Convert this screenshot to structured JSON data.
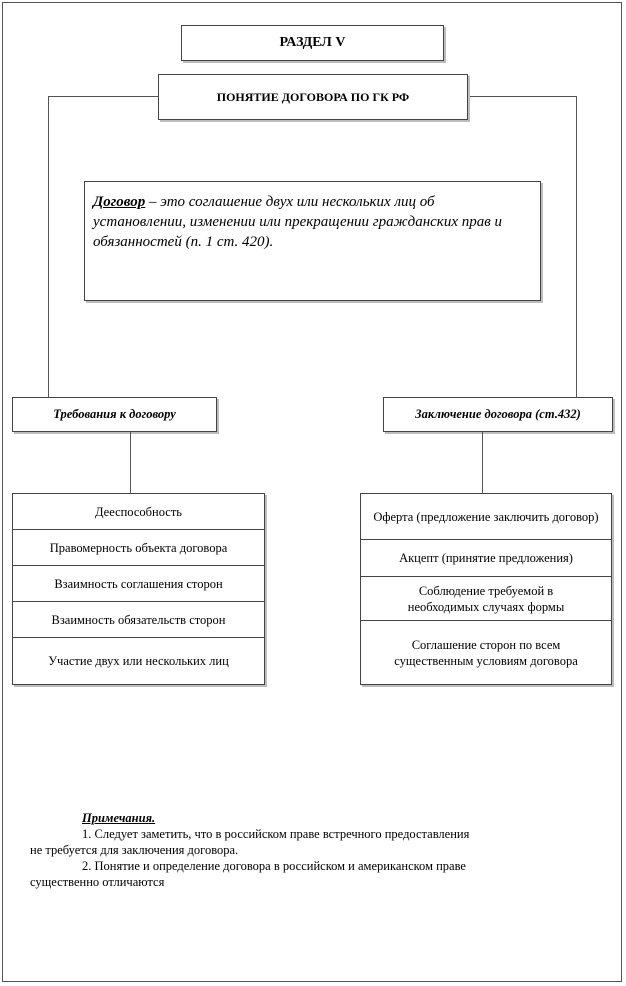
{
  "section_title": "РАЗДЕЛ V",
  "main_title": "ПОНЯТИЕ ДОГОВОРА ПО ГК РФ",
  "definition": {
    "term": "Договор",
    "text": " – это соглашение двух или нескольких лиц об установлении, изменении или прекращении гражданских прав и обязанностей (п. 1 ст. 420)."
  },
  "requirements": {
    "title": "Требования к договору",
    "items": [
      "Дееспособность",
      "Правомерность объекта договора",
      "Взаимность соглашения сторон",
      "Взаимность обязательств сторон",
      "Участие двух или нескольких лиц"
    ]
  },
  "conclusion": {
    "title": "Заключение договора (ст.432)",
    "items": [
      "Оферта (предложение заключить договор)",
      "Акцепт (принятие предложения)",
      "Соблюдение требуемой в необходимых случаях формы",
      "Соглашение сторон по всем существенным условиям договора"
    ]
  },
  "notes": {
    "header": "Примечания.",
    "note1_a": "1. Следует заметить, что в российском праве встречного предоставления",
    "note1_b": "не требуется для заключения договора.",
    "note2_a": "2. Понятие и определение договора в российском и американском праве",
    "note2_b": "существенно отличаются"
  }
}
